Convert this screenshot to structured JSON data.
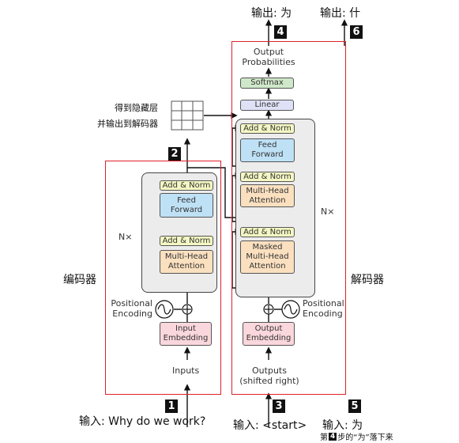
{
  "top": {
    "output_4": "输出: 为",
    "output_6": "输出: 什",
    "output_probabilities": "Output Probabilities"
  },
  "hidden": {
    "line1": "得到隐藏层",
    "line2": "并输出到解码器"
  },
  "badges": {
    "b1": "1",
    "b2": "2",
    "b3": "3",
    "b4": "4",
    "b5": "5",
    "b6": "6"
  },
  "encoder": {
    "side_label": "编码器",
    "nx": "N×",
    "add_norm_top": "Add & Norm",
    "feed_forward": "Feed Forward",
    "add_norm_bottom": "Add & Norm",
    "multi_head": "Multi-Head Attention",
    "positional_encoding": "Positional Encoding",
    "input_embedding": "Input Embedding",
    "inputs": "Inputs"
  },
  "decoder": {
    "side_label": "解码器",
    "nx": "N×",
    "softmax": "Softmax",
    "linear": "Linear",
    "add_norm_1": "Add & Norm",
    "feed_forward": "Feed Forward",
    "add_norm_2": "Add & Norm",
    "multi_head": "Multi-Head Attention",
    "add_norm_3": "Add & Norm",
    "masked_multi_head": "Masked Multi-Head Attention",
    "positional_encoding": "Positional Encoding",
    "output_embedding": "Output Embedding",
    "outputs": "Outputs (shifted right)"
  },
  "bottom": {
    "input_1": "输入: Why do we work?",
    "input_3": "输入: <start>",
    "input_5": "输入: 为",
    "note_prefix": "第",
    "note_badge": "4",
    "note_suffix": "步的“为”落下来"
  }
}
